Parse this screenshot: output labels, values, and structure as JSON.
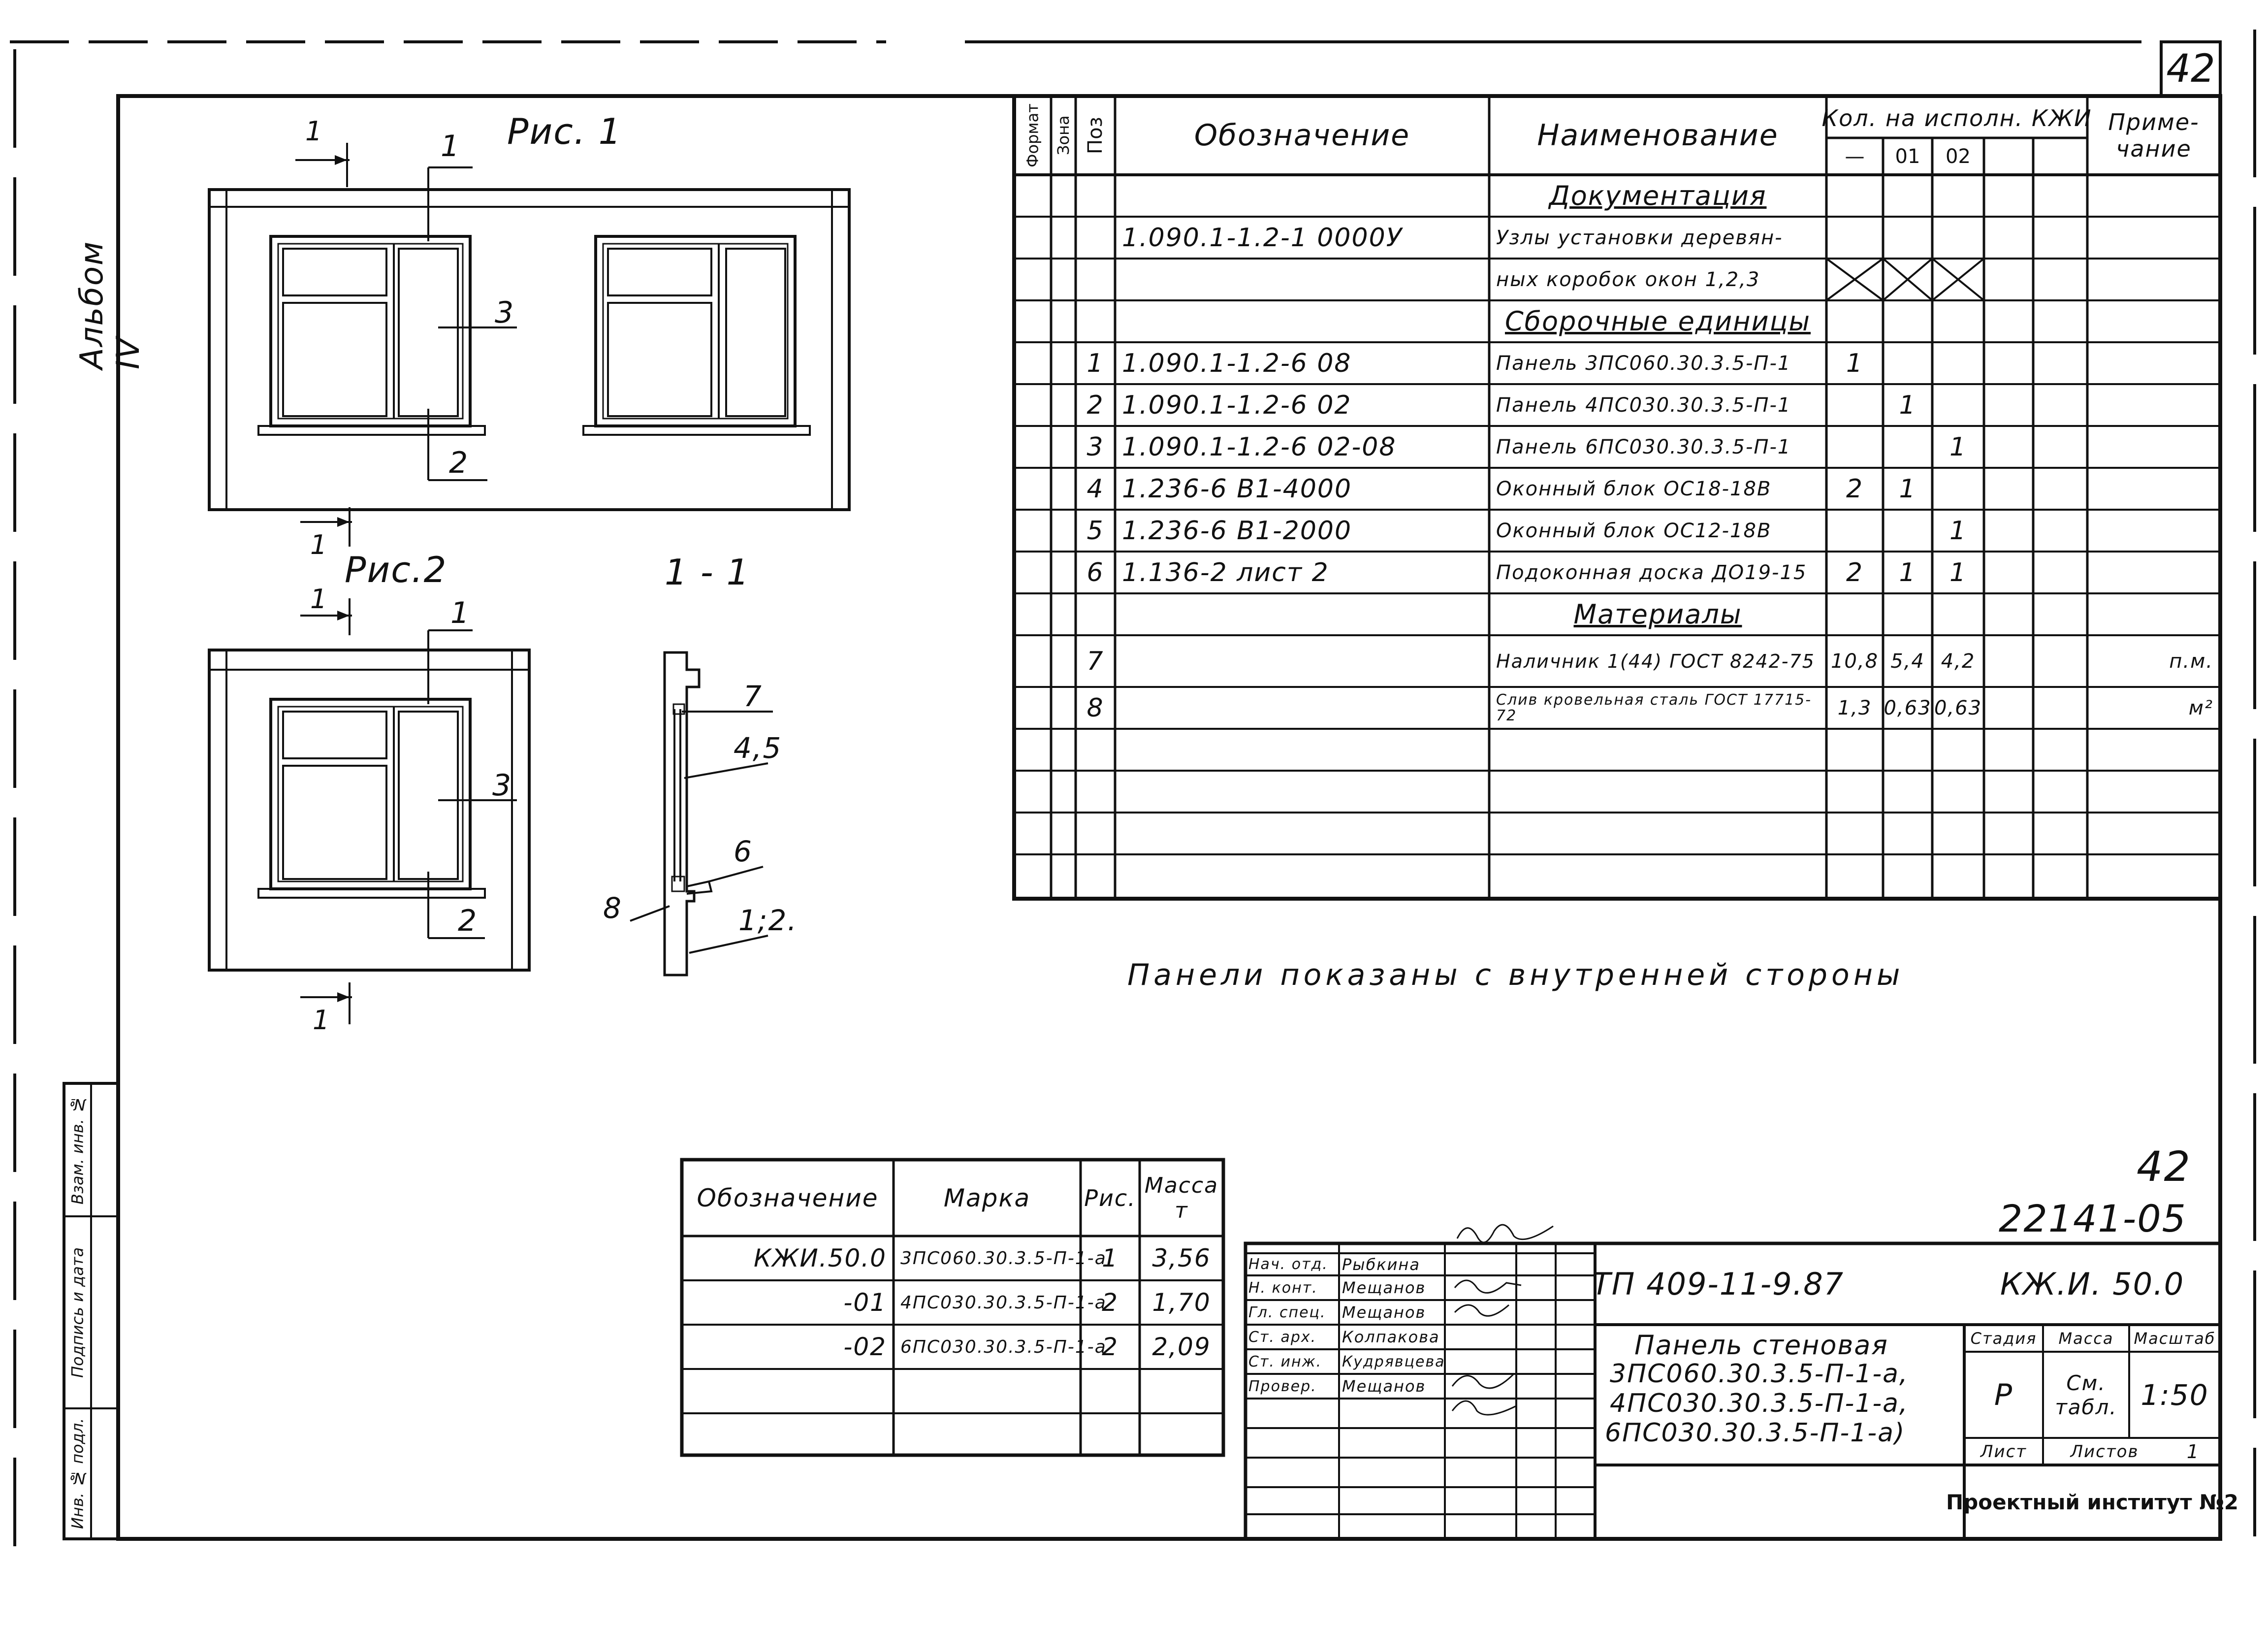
{
  "sheet": {
    "number_top": "42",
    "number_lower": "42",
    "album": "Альбом IV",
    "code_handwritten": "22141-05"
  },
  "figures": {
    "fig1_label": "Рис. 1",
    "fig2_label": "Рис.2",
    "section_label": "1 - 1",
    "callouts": {
      "c1": "1",
      "c2": "2",
      "c3": "3",
      "s7": "7",
      "s45": "4,5",
      "s6": "6",
      "s8": "8",
      "s12": "1;2."
    }
  },
  "spec_table": {
    "headers": {
      "format": "Формат",
      "zone": "Зона",
      "pos": "Поз",
      "designation": "Обозначение",
      "name": "Наименование",
      "qty_title": "Кол. на исполн. КЖИ",
      "qty_cols": [
        "—",
        "01",
        "02"
      ],
      "note": "Приме- чание"
    },
    "rows": [
      {
        "pos": "",
        "designation": "",
        "name": "Документация",
        "q0": "",
        "q1": "",
        "q2": "",
        "note": "",
        "section": true
      },
      {
        "pos": "",
        "designation": "1.090.1-1.2-1  0000У",
        "name": "Узлы установки деревян-",
        "q0": "",
        "q1": "",
        "q2": "",
        "note": ""
      },
      {
        "pos": "",
        "designation": "",
        "name": "ных коробок окон 1,2,3",
        "q0": "",
        "q1": "",
        "q2": "",
        "note": "",
        "crossed": true
      },
      {
        "pos": "",
        "designation": "",
        "name": "Сборочные единицы",
        "q0": "",
        "q1": "",
        "q2": "",
        "note": "",
        "section": true
      },
      {
        "pos": "1",
        "designation": "1.090.1-1.2-6  08",
        "name": "Панель 3ПС060.30.3.5-П-1",
        "q0": "1",
        "q1": "",
        "q2": "",
        "note": ""
      },
      {
        "pos": "2",
        "designation": "1.090.1-1.2-6  02",
        "name": "Панель 4ПС030.30.3.5-П-1",
        "q0": "",
        "q1": "1",
        "q2": "",
        "note": ""
      },
      {
        "pos": "3",
        "designation": "1.090.1-1.2-6  02-08",
        "name": "Панель 6ПС030.30.3.5-П-1",
        "q0": "",
        "q1": "",
        "q2": "1",
        "note": ""
      },
      {
        "pos": "4",
        "designation": "1.236-6 В1-4000",
        "name": "Оконный блок ОС18-18В",
        "q0": "2",
        "q1": "1",
        "q2": "",
        "note": ""
      },
      {
        "pos": "5",
        "designation": "1.236-6 В1-2000",
        "name": "Оконный блок ОС12-18В",
        "q0": "",
        "q1": "",
        "q2": "1",
        "note": ""
      },
      {
        "pos": "6",
        "designation": "1.136-2 лист 2",
        "name": "Подоконная доска ДО19-15",
        "q0": "2",
        "q1": "1",
        "q2": "1",
        "note": ""
      },
      {
        "pos": "",
        "designation": "",
        "name": "Материалы",
        "q0": "",
        "q1": "",
        "q2": "",
        "note": "",
        "section": true
      },
      {
        "pos": "7",
        "designation": "",
        "name": "Наличник 1(44) ГОСТ 8242-75",
        "q0": "10,8",
        "q1": "5,4",
        "q2": "4,2",
        "note": "п.м."
      },
      {
        "pos": "8",
        "designation": "",
        "name": "Слив кровельная сталь ГОСТ 17715-72",
        "q0": "1,3",
        "q1": "0,63",
        "q2": "0,63",
        "note": "м²"
      },
      {
        "pos": "",
        "designation": "",
        "name": "",
        "q0": "",
        "q1": "",
        "q2": "",
        "note": ""
      },
      {
        "pos": "",
        "designation": "",
        "name": "",
        "q0": "",
        "q1": "",
        "q2": "",
        "note": ""
      },
      {
        "pos": "",
        "designation": "",
        "name": "",
        "q0": "",
        "q1": "",
        "q2": "",
        "note": ""
      },
      {
        "pos": "",
        "designation": "",
        "name": "",
        "q0": "",
        "q1": "",
        "q2": "",
        "note": ""
      }
    ]
  },
  "panels_note": "Панели показаны с внутренней стороны",
  "mark_table": {
    "headers": {
      "designation": "Обозначение",
      "mark": "Марка",
      "fig": "Рис.",
      "mass": "Масса т"
    },
    "rows": [
      {
        "designation": "КЖИ.50.0",
        "mark": "3ПС060.30.3.5-П-1-а",
        "fig": "1",
        "mass": "3,56"
      },
      {
        "designation": "-01",
        "mark": "4ПС030.30.3.5-П-1-а",
        "fig": "2",
        "mass": "1,70"
      },
      {
        "designation": "-02",
        "mark": "6ПС030.30.3.5-П-1-а",
        "fig": "2",
        "mass": "2,09"
      },
      {
        "designation": "",
        "mark": "",
        "fig": "",
        "mass": ""
      },
      {
        "designation": "",
        "mark": "",
        "fig": "",
        "mass": ""
      }
    ]
  },
  "side_stamp": {
    "c1": "Инв. № подл.",
    "c2": "Подпись и дата",
    "c3": "Взам. инв. №"
  },
  "title_block": {
    "signatures": [
      {
        "role": "Нач. отд.",
        "name": "Рыбкина"
      },
      {
        "role": "Н. конт.",
        "name": "Мещанов"
      },
      {
        "role": "Гл. спец.",
        "name": "Мещанов"
      },
      {
        "role": "Ст. арх.",
        "name": "Колпакова"
      },
      {
        "role": "Ст. инж.",
        "name": "Кудрявцева"
      },
      {
        "role": "Провер.",
        "name": "Мещанов"
      }
    ],
    "project": "ТП 409-11-9.87",
    "doc_code": "КЖ.И. 50.0",
    "title_lines": [
      "Панель стеновая",
      "3ПС060.30.3.5-П-1-а,",
      "4ПС030.30.3.5-П-1-а,",
      "6ПС030.30.3.5-П-1-а)"
    ],
    "stage_label": "Стадия",
    "mass_label": "Масса",
    "scale_label": "Масштаб",
    "stage": "Р",
    "mass": "См. табл.",
    "scale": "1:50",
    "sheet_label": "Лист",
    "sheets_label": "Листов",
    "sheets": "1",
    "org": "Проектный институт №2"
  }
}
